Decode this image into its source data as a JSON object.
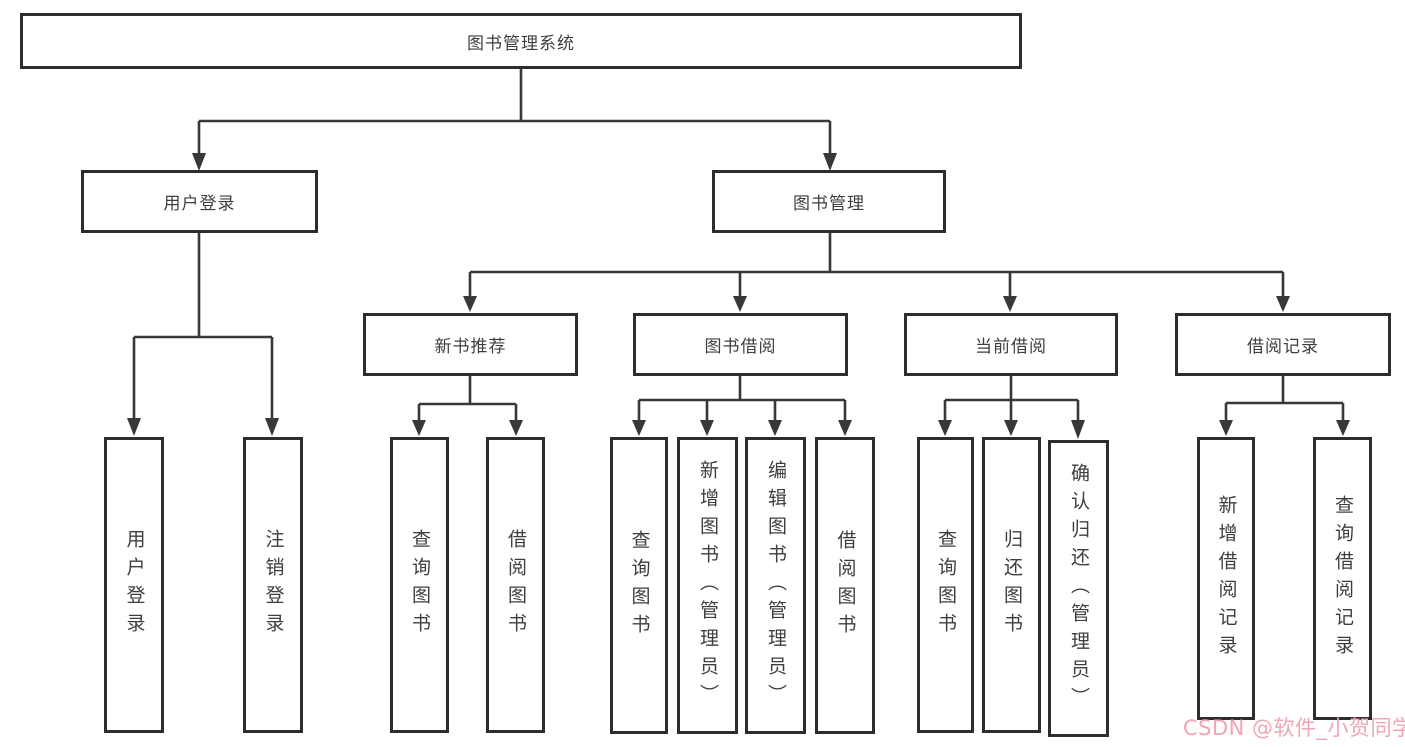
{
  "tree": {
    "root": {
      "label": "图书管理系统"
    },
    "level1": [
      {
        "label": "用户登录",
        "children": [
          {
            "label": "用户登录"
          },
          {
            "label": "注销登录"
          }
        ]
      },
      {
        "label": "图书管理",
        "children": [
          {
            "label": "新书推荐",
            "children": [
              {
                "label": "查询图书"
              },
              {
                "label": "借阅图书"
              }
            ]
          },
          {
            "label": "图书借阅",
            "children": [
              {
                "label": "查询图书"
              },
              {
                "label": "新增图书（管理员）"
              },
              {
                "label": "编辑图书（管理员）"
              },
              {
                "label": "借阅图书"
              }
            ]
          },
          {
            "label": "当前借阅",
            "children": [
              {
                "label": "查询图书"
              },
              {
                "label": "归还图书"
              },
              {
                "label": "确认归还（管理员）"
              }
            ]
          },
          {
            "label": "借阅记录",
            "children": [
              {
                "label": "新增借阅记录"
              },
              {
                "label": "查询借阅记录"
              }
            ]
          }
        ]
      }
    ]
  },
  "watermark": {
    "text": "CSDN @软件_小贺同学"
  },
  "colors": {
    "background": "#ffffff",
    "box_border": "#2d2d2d",
    "connector_line": "#383838",
    "text": "#3e3e3e",
    "watermark": "#f2a5b4"
  }
}
